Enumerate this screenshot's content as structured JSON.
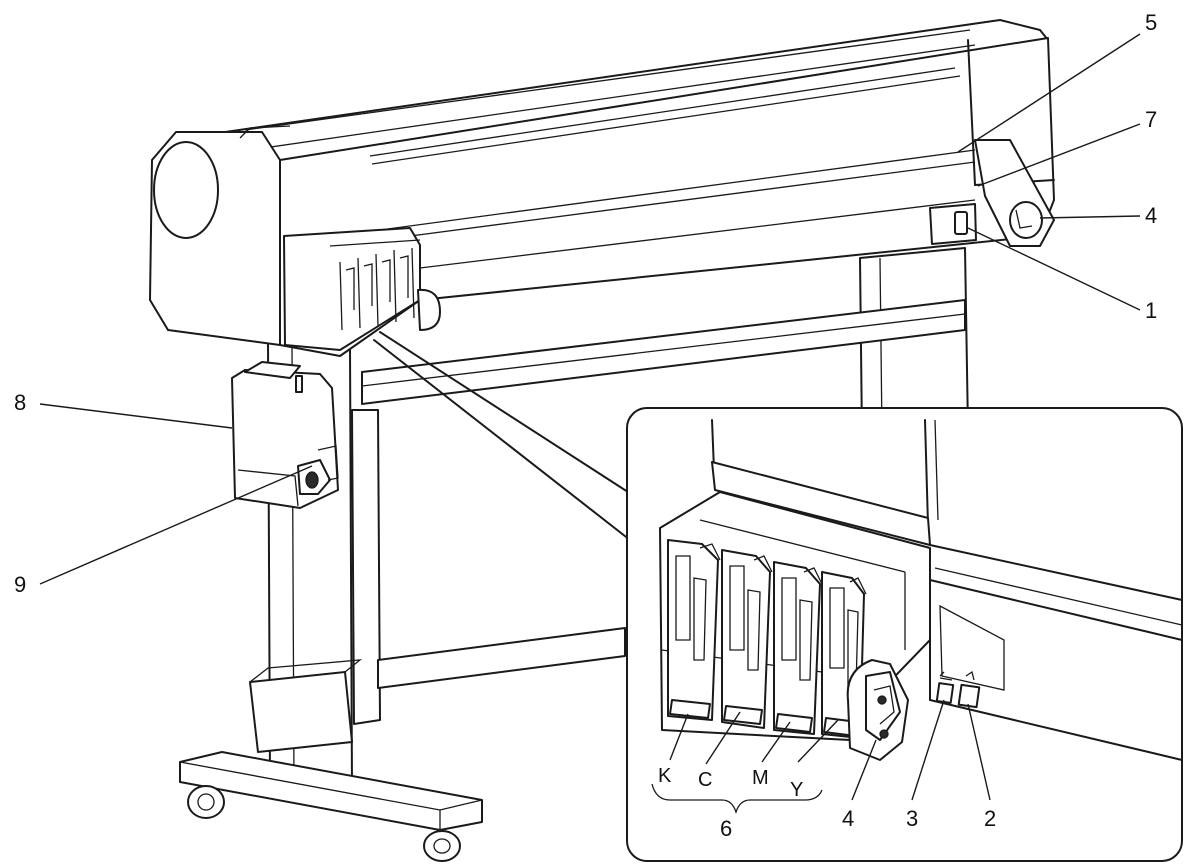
{
  "diagram": {
    "main_callouts": {
      "c1": "1",
      "c4": "4",
      "c5": "5",
      "c7": "7",
      "c8": "8",
      "c9": "9"
    },
    "inset_callouts": {
      "c2": "2",
      "c3": "3",
      "c4": "4",
      "c6": "6"
    },
    "ink_slots": {
      "k": "K",
      "c": "C",
      "m": "M",
      "y": "Y"
    }
  }
}
